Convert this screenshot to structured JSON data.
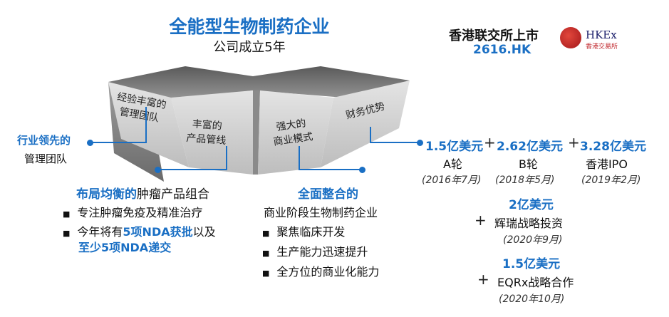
{
  "header": {
    "title": "全能型生物制药企业",
    "subtitle": "公司成立5年",
    "listing": "香港联交所上市",
    "ticker": "2616.HK",
    "logo_text": "HKEx",
    "logo_subtext": "香港交易所"
  },
  "blocks": [
    {
      "line1": "经验丰富的",
      "line2": "管理团队"
    },
    {
      "line1": "丰富的",
      "line2": "产品管线"
    },
    {
      "line1": "强大的",
      "line2": "商业模式"
    },
    {
      "line1": "财务优势",
      "line2": ""
    }
  ],
  "management": {
    "highlight": "行业领先的",
    "text": "管理团队"
  },
  "pipeline": {
    "title_highlight": "布局均衡的",
    "title_rest": "肿瘤产品组合",
    "bullets": [
      {
        "text": "专注肿瘤免疫及精准治疗"
      },
      {
        "pre": "今年将有",
        "hl1": "5项NDA获批",
        "mid": "以及",
        "hl2": "至少5项NDA递交"
      }
    ],
    "bullet_symbol": "■"
  },
  "business": {
    "title_highlight": "全面整合的",
    "subtitle": "商业阶段生物制药企业",
    "bullets": [
      "聚焦临床开发",
      "生产能力迅速提升",
      "全方位的商业化能力"
    ]
  },
  "funding": {
    "rounds": [
      {
        "amount": "1.5亿美元",
        "label": "A轮",
        "date": "(2016年7月)"
      },
      {
        "amount": "2.62亿美元",
        "label": "B轮",
        "date": "(2018年5月)"
      },
      {
        "amount": "3.28亿美元",
        "label": "香港IPO",
        "date": "(2019年2月)"
      }
    ],
    "strategic": [
      {
        "amount": "2亿美元",
        "label": "辉瑞战略投资",
        "date": "(2020年9月)"
      },
      {
        "amount": "1.5亿美元",
        "label": "EQRx战略合作",
        "date": "(2020年10月)"
      }
    ],
    "plus": "+"
  }
}
